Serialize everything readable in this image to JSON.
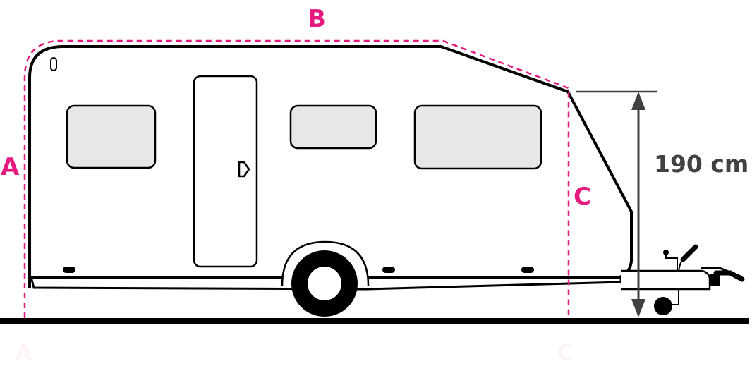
{
  "labels": {
    "length_a": "A",
    "roof_b": "B",
    "front_c": "C",
    "height": "190 cm",
    "faint_a": "A",
    "faint_c": "C"
  },
  "colors": {
    "accent": "#e5197e",
    "outline": "#000000",
    "window_fill": "#e6e7e8",
    "dimension": "#414042",
    "faint": "#fdf3f8"
  }
}
